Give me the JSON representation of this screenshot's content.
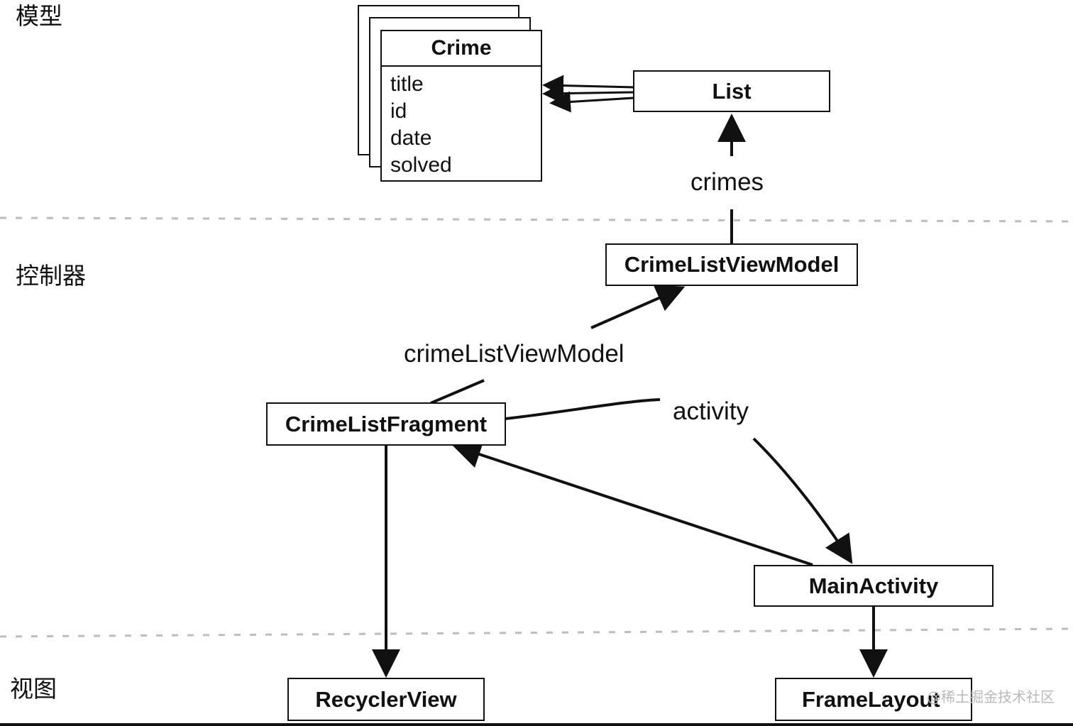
{
  "layers": {
    "model": "模型",
    "controller": "控制器",
    "view": "视图"
  },
  "crime_class": {
    "name": "Crime",
    "fields": [
      "title",
      "id",
      "date",
      "solved"
    ]
  },
  "nodes": {
    "list": "List",
    "crime_list_view_model": "CrimeListViewModel",
    "crime_list_fragment": "CrimeListFragment",
    "main_activity": "MainActivity",
    "recycler_view": "RecyclerView",
    "frame_layout": "FrameLayout"
  },
  "edge_labels": {
    "crimes": "crimes",
    "crime_list_view_model": "crimeListViewModel",
    "activity": "activity"
  },
  "watermark": "@稀土掘金技术社区"
}
